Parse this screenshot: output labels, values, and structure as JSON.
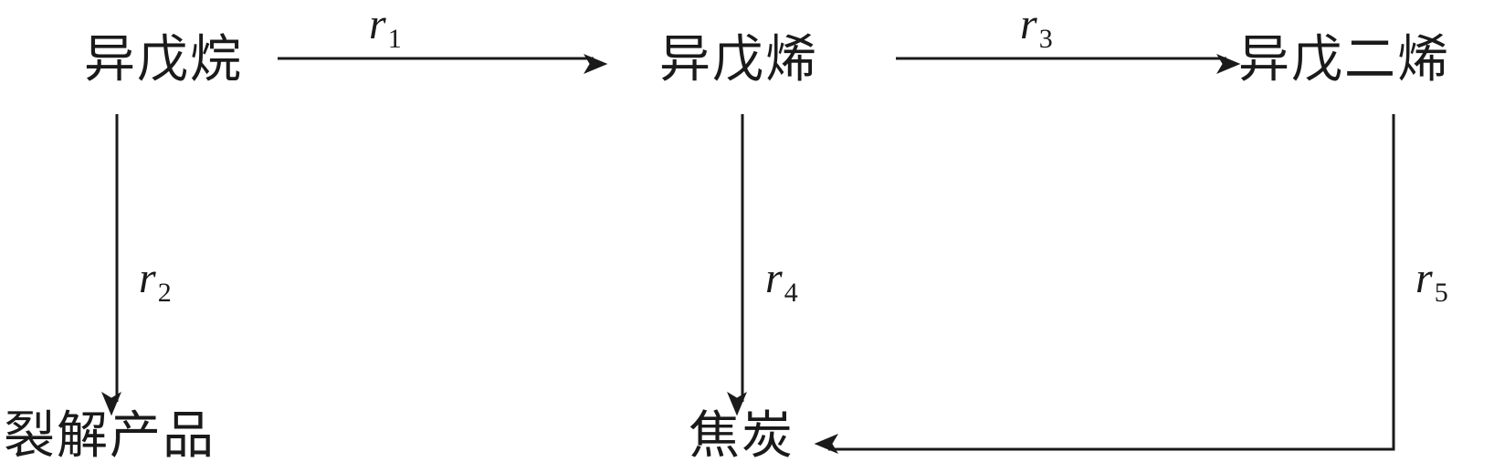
{
  "nodes": {
    "isopentane": "异戊烷",
    "isopentene": "异戊烯",
    "isoprene": "异戊二烯",
    "cracking_products": "裂解产品",
    "coke": "焦炭"
  },
  "rates": {
    "r1": {
      "symbol": "r",
      "sub": "1"
    },
    "r2": {
      "symbol": "r",
      "sub": "2"
    },
    "r3": {
      "symbol": "r",
      "sub": "3"
    },
    "r4": {
      "symbol": "r",
      "sub": "4"
    },
    "r5": {
      "symbol": "r",
      "sub": "5"
    }
  },
  "colors": {
    "line": "#1a1a1a"
  }
}
